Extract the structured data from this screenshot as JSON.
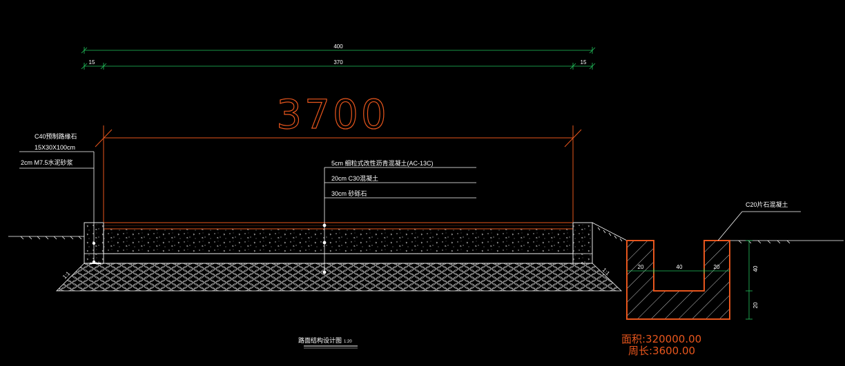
{
  "dimensions": {
    "overall": "400",
    "left_edge": "15",
    "middle": "370",
    "right_edge": "15",
    "big_width": "3700"
  },
  "labels": {
    "curb_stone": "C40预制路缘石",
    "curb_size": "15X30X100cm",
    "mortar": "2cm M7.5水泥砂浆",
    "layer_asphalt": "5cm 细粒式改性沥青混凝土(AC-13C)",
    "layer_concrete": "20cm C30混凝土",
    "layer_gravel": "30cm 砂砾石",
    "ditch_material": "C20片石混凝土"
  },
  "ditch_dims": {
    "left_wall": "20",
    "bottom_width": "40",
    "right_wall": "20",
    "depth_upper": "40",
    "depth_lower": "20"
  },
  "slopes": {
    "left": "1:1",
    "right": "1:1"
  },
  "drawing_title": "路面结构设计图",
  "drawing_scale": "1:20",
  "area_readout": "面积:320000.00",
  "perimeter_readout": "周长:3600.00",
  "colors": {
    "background": "#000000",
    "dimension_green": "#22c55e",
    "outline_orange": "#e8561d",
    "line_white": "#ffffff",
    "text_white": "#ffffff"
  }
}
